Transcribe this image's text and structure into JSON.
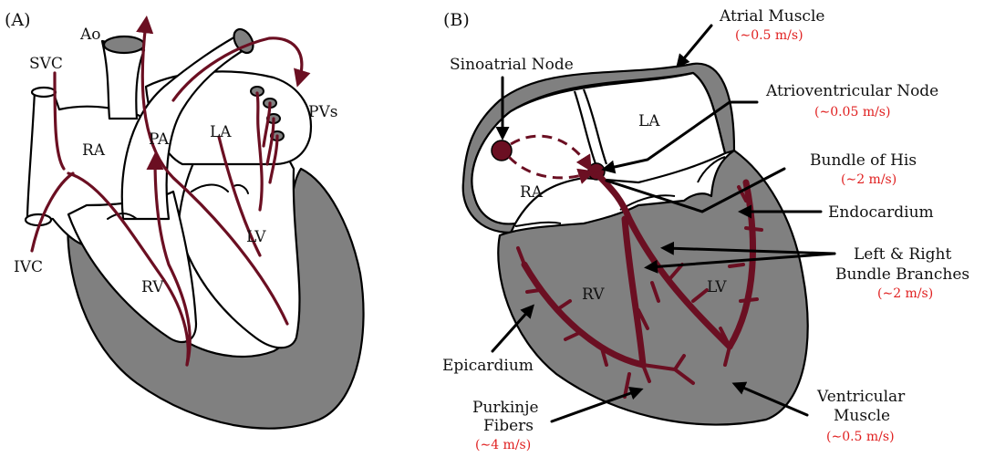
{
  "panel_a": {
    "tag": "(A)",
    "labels": {
      "svc": "SVC",
      "ao": "Ao",
      "ra": "RA",
      "pa": "PA",
      "la": "LA",
      "pvs": "PVs",
      "lv": "LV",
      "rv": "RV",
      "ivc": "IVC"
    }
  },
  "panel_b": {
    "tag": "(B)",
    "chambers": {
      "ra": "RA",
      "la": "LA",
      "rv": "RV",
      "lv": "LV"
    },
    "annotations": {
      "atrial_muscle": {
        "label": "Atrial Muscle",
        "speed": "(∼0.5 m/s)"
      },
      "sa_node": {
        "label": "Sinoatrial Node"
      },
      "av_node": {
        "label": "Atrioventricular Node",
        "speed": "(∼0.05 m/s)"
      },
      "bundle_his": {
        "label": "Bundle of His",
        "speed": "(∼2 m/s)"
      },
      "endocardium": {
        "label": "Endocardium"
      },
      "bundle_branches": {
        "line1": "Left & Right",
        "line2": "Bundle Branches",
        "speed": "(∼2 m/s)"
      },
      "epicardium": {
        "label": "Epicardium"
      },
      "purkinje": {
        "line1": "Purkinje",
        "line2": "Fibers",
        "speed": "(∼4 m/s)"
      },
      "ventricular_muscle": {
        "line1": "Ventricular",
        "line2": "Muscle",
        "speed": "(∼0.5 m/s)"
      }
    }
  },
  "colors": {
    "blood_flow": "#6b0f22",
    "muscle": "#808080",
    "speed_text": "#e02020"
  }
}
